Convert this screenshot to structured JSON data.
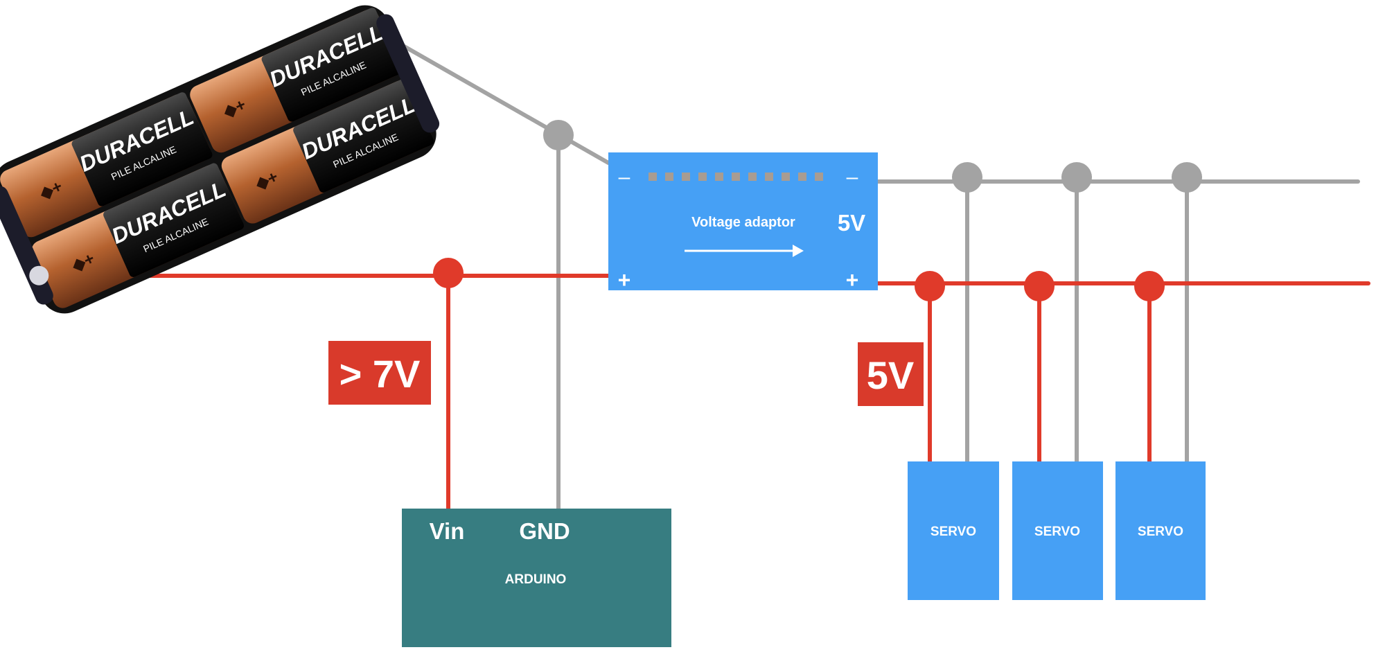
{
  "battery": {
    "brand": "DURACELL",
    "sub": "PILE ALCALINE"
  },
  "adaptor": {
    "label": "Voltage adaptor",
    "output": "5V",
    "minus": "–",
    "plus": "+"
  },
  "tags": {
    "input_voltage": "> 7V",
    "output_voltage": "5V"
  },
  "arduino": {
    "name": "ARDUINO",
    "pin_vin": "Vin",
    "pin_gnd": "GND"
  },
  "servos": [
    {
      "label": "SERVO"
    },
    {
      "label": "SERVO"
    },
    {
      "label": "SERVO"
    }
  ],
  "colors": {
    "positive_wire": "#e03a2a",
    "ground_wire": "#a3a3a3",
    "adaptor": "#46a0f5",
    "servo": "#46a0f5",
    "arduino": "#377d81",
    "tag": "#d93a2b"
  }
}
